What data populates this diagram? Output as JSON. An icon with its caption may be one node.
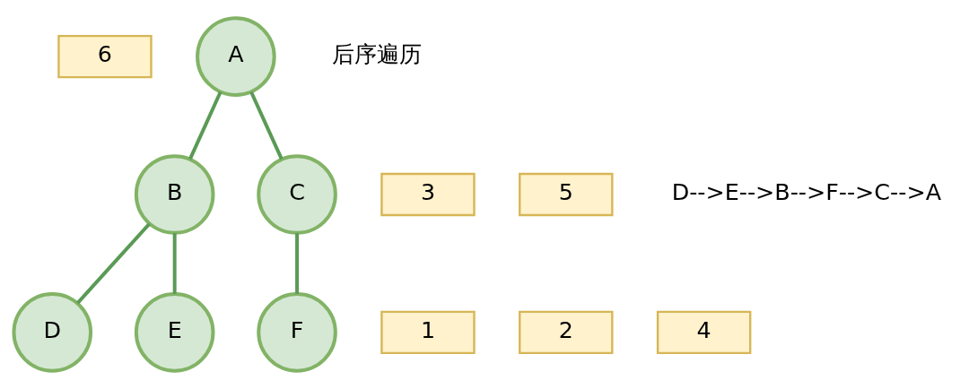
{
  "diagram": {
    "nodes": [
      {
        "text": [
          "A"
        ]
      },
      {
        "text": [
          "B"
        ]
      },
      {
        "text": [
          "C"
        ]
      },
      {
        "text": [
          "D"
        ]
      },
      {
        "text": [
          "E"
        ]
      },
      {
        "text": [
          "F"
        ]
      },
      {
        "text": [
          "6"
        ]
      },
      {
        "text": [
          "3"
        ]
      },
      {
        "text": [
          "5"
        ]
      },
      {
        "text": [
          "1"
        ]
      },
      {
        "text": [
          "2"
        ]
      },
      {
        "text": [
          "4"
        ]
      }
    ],
    "edges": [
      {
        "from": 0,
        "to": 1,
        "arrow": "none"
      },
      {
        "from": 0,
        "to": 2,
        "arrow": "none"
      },
      {
        "from": 1,
        "to": 3,
        "arrow": "none"
      },
      {
        "from": 1,
        "to": 4,
        "arrow": "none"
      },
      {
        "from": 2,
        "to": 5,
        "arrow": "none"
      }
    ],
    "labels": [
      "后序遍历",
      "D-->E-->B-->F-->C-->A"
    ]
  }
}
